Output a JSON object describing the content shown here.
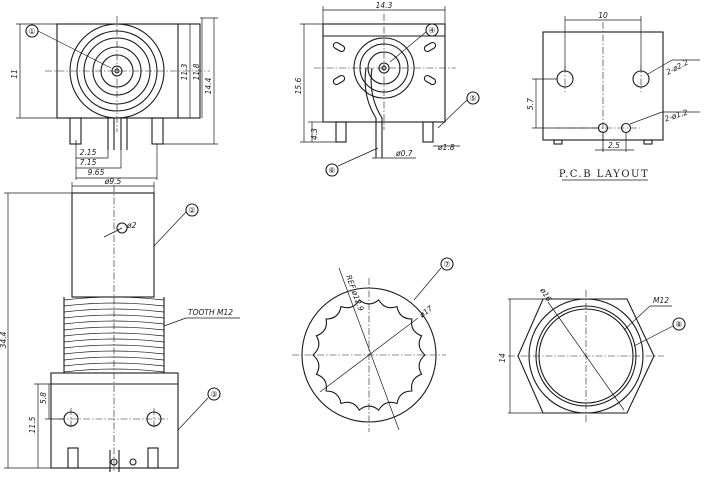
{
  "dims": {
    "front_width": "14.3",
    "front_height": "15.6",
    "front_left_low": "4.3",
    "pin_thin": "ø0.7",
    "pin_thick": "ø1.8",
    "left_h_outer": "11",
    "left_h_113": "11.3",
    "left_h_118": "11.8",
    "left_h_144": "14.4",
    "left_w_215": "2.15",
    "left_w_715": "7.15",
    "left_w_965": "9.65",
    "pcb_10": "10",
    "pcb_57": "5.7",
    "pcb_25": "2.5",
    "pcb_hole_big": "2-ø2.2",
    "pcb_hole_small": "2-ø1.2",
    "side_width": "ø9.5",
    "side_hole": "ø2",
    "side_total": "34.4",
    "side_115": "11.5",
    "side_58": "5.8",
    "tooth": "TOOTH M12",
    "ref": "REF ø12.9",
    "circ_17": "ø17",
    "hex_16": "ø16",
    "hex_14": "14",
    "hex_m12": "M12"
  },
  "pcb_caption": "P.C.B LAYOUT",
  "balloons": [
    "①",
    "②",
    "③",
    "④",
    "⑤",
    "⑥",
    "⑦",
    "⑧"
  ]
}
